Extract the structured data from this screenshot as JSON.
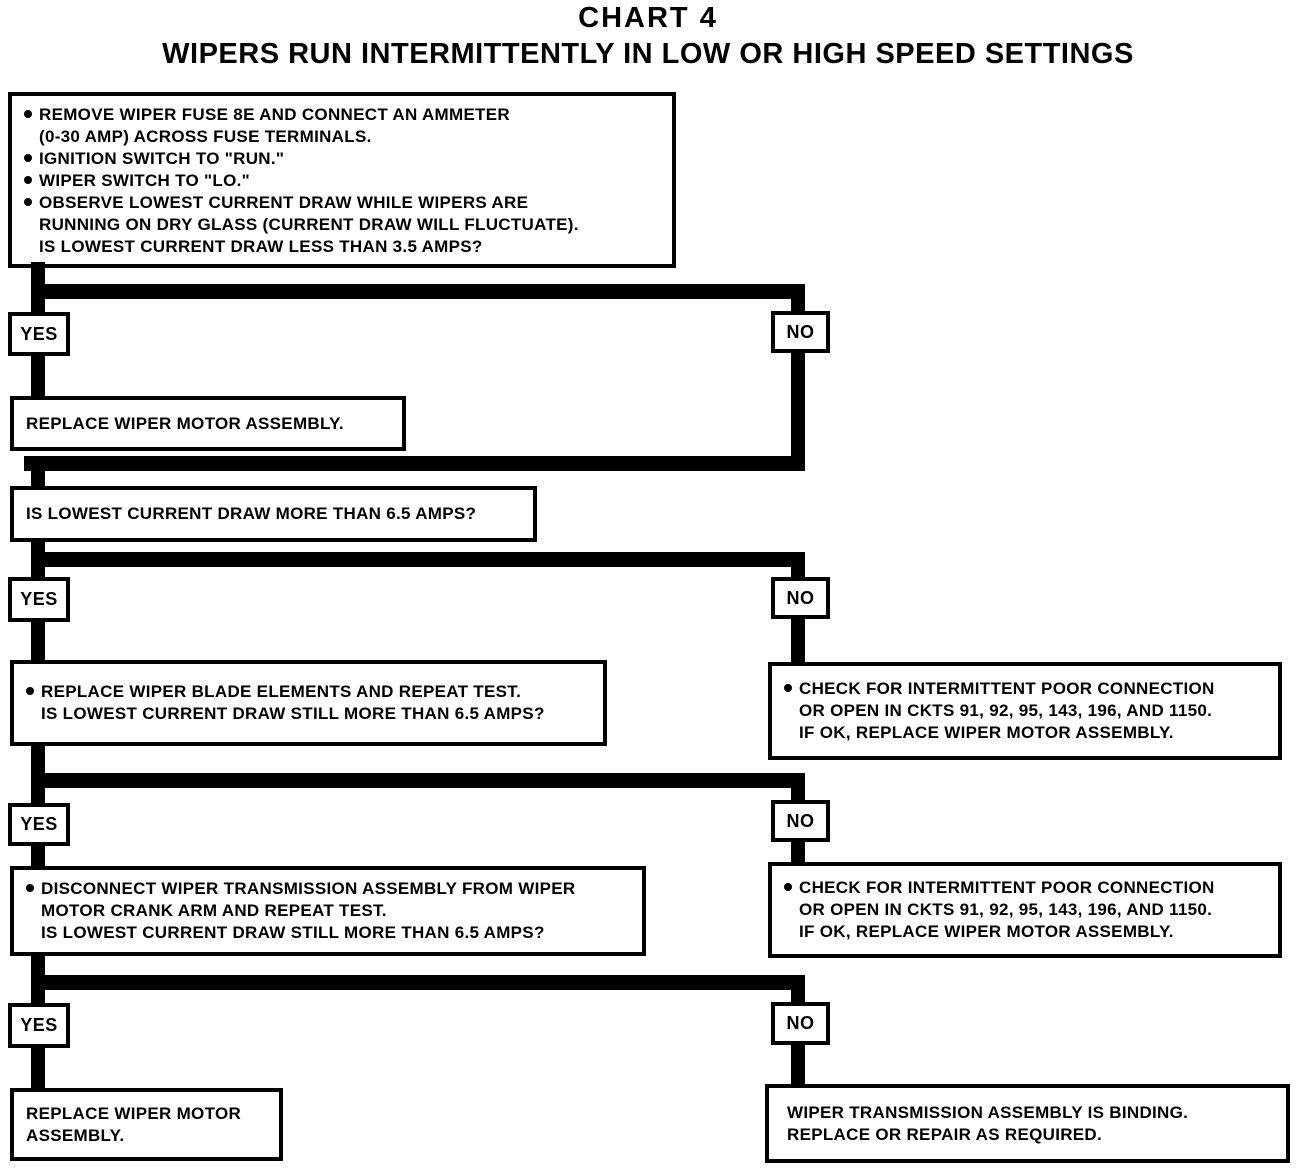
{
  "title": {
    "chart_label": "CHART 4",
    "chart_subtitle": "WIPERS RUN INTERMITTENTLY IN LOW OR HIGH SPEED SETTINGS"
  },
  "branch_labels": {
    "yes": "YES",
    "no": "NO"
  },
  "colors": {
    "ink": "#000000",
    "paper": "#ffffff"
  },
  "nodes": {
    "start": {
      "items": [
        {
          "bullet": true,
          "lines": [
            "REMOVE WIPER FUSE 8E AND CONNECT AN AMMETER",
            "(0-30 AMP) ACROSS FUSE TERMINALS."
          ]
        },
        {
          "bullet": true,
          "lines": [
            "IGNITION SWITCH TO \"RUN.\""
          ]
        },
        {
          "bullet": true,
          "lines": [
            "WIPER SWITCH TO \"LO.\""
          ]
        },
        {
          "bullet": true,
          "lines": [
            "OBSERVE LOWEST CURRENT DRAW WHILE WIPERS ARE",
            "RUNNING ON DRY GLASS (CURRENT DRAW WILL FLUCTUATE).",
            "IS LOWEST CURRENT DRAW LESS THAN 3.5 AMPS?"
          ]
        }
      ]
    },
    "replace_motor_top": {
      "lines": [
        "REPLACE WIPER MOTOR ASSEMBLY."
      ]
    },
    "question_more_65": {
      "lines": [
        "IS LOWEST CURRENT DRAW MORE THAN 6.5 AMPS?"
      ]
    },
    "replace_blades": {
      "items": [
        {
          "bullet": true,
          "lines": [
            "REPLACE WIPER BLADE ELEMENTS AND REPEAT TEST.",
            "IS LOWEST CURRENT DRAW STILL MORE THAN 6.5 AMPS?"
          ]
        }
      ]
    },
    "check_connection_upper": {
      "items": [
        {
          "bullet": true,
          "lines": [
            "CHECK FOR INTERMITTENT POOR CONNECTION",
            "OR OPEN IN CKTS 91, 92, 95, 143, 196, AND 1150.",
            "IF OK, REPLACE WIPER MOTOR ASSEMBLY."
          ]
        }
      ]
    },
    "disconnect_transmission": {
      "items": [
        {
          "bullet": true,
          "lines": [
            "DISCONNECT WIPER TRANSMISSION ASSEMBLY FROM WIPER",
            "MOTOR CRANK ARM AND REPEAT TEST.",
            "IS LOWEST CURRENT DRAW STILL MORE THAN 6.5 AMPS?"
          ]
        }
      ]
    },
    "check_connection_lower": {
      "items": [
        {
          "bullet": true,
          "lines": [
            "CHECK FOR INTERMITTENT POOR CONNECTION",
            "OR OPEN IN CKTS 91, 92, 95, 143, 196, AND 1150.",
            "IF OK, REPLACE WIPER MOTOR ASSEMBLY."
          ]
        }
      ]
    },
    "replace_motor_bottom": {
      "lines": [
        "REPLACE WIPER MOTOR",
        "ASSEMBLY."
      ]
    },
    "transmission_binding": {
      "lines": [
        "WIPER TRANSMISSION ASSEMBLY IS BINDING.",
        "REPLACE OR REPAIR AS REQUIRED."
      ]
    }
  }
}
